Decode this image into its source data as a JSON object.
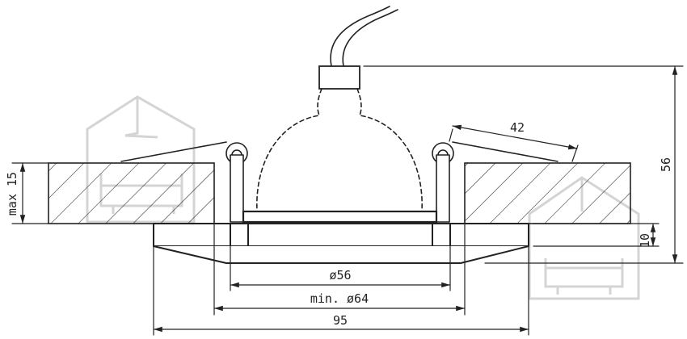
{
  "dimensions": {
    "cable_length": "42",
    "total_height": "56",
    "max_thickness": "max 15",
    "flange_height": "10",
    "inner_diameter": "ø56",
    "cutout_diameter": "min. ø64",
    "outer_diameter": "95"
  },
  "watermark": {
    "icon": "house-icon",
    "color": "#d4d4d4"
  },
  "colors": {
    "line": "#222222",
    "background": "#ffffff"
  }
}
